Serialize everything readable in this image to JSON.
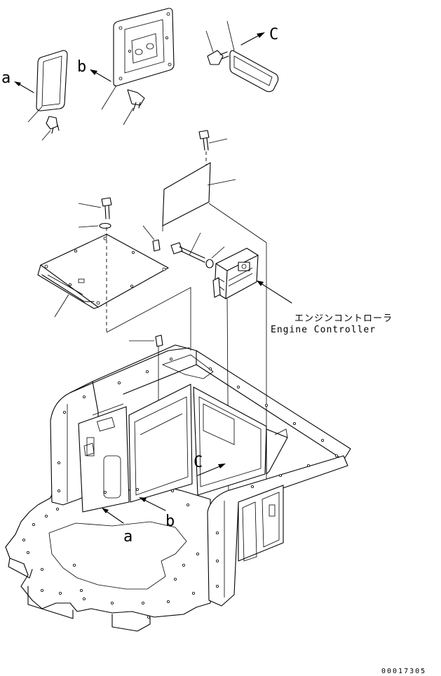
{
  "callouts": {
    "a_top": "a",
    "b_top": "b",
    "c_top": "C",
    "c_bottom": "C",
    "b_bottom": "b",
    "a_bottom": "a"
  },
  "component_label": {
    "japanese": "エンジンコントローラ",
    "english": "Engine Controller"
  },
  "drawing_number": "00017305"
}
